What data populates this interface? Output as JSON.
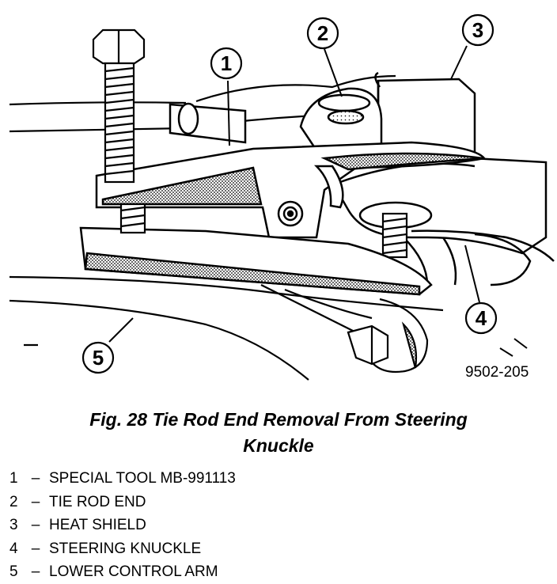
{
  "figure": {
    "code": "9502-205",
    "callouts": [
      "1",
      "2",
      "3",
      "4",
      "5"
    ],
    "caption_line1": "Fig. 28 Tie Rod End Removal From Steering",
    "caption_line2": "Knuckle"
  },
  "legend": [
    {
      "number": "1",
      "separator": "–",
      "label": "SPECIAL TOOL MB-991113"
    },
    {
      "number": "2",
      "separator": "–",
      "label": "TIE ROD END"
    },
    {
      "number": "3",
      "separator": "–",
      "label": "HEAT SHIELD"
    },
    {
      "number": "4",
      "separator": "–",
      "label": "STEERING KNUCKLE"
    },
    {
      "number": "5",
      "separator": "–",
      "label": "LOWER CONTROL ARM"
    }
  ]
}
